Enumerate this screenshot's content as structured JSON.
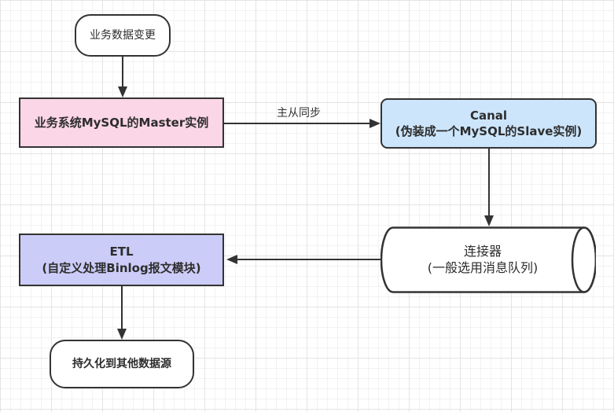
{
  "diagram": {
    "nodes": {
      "start": {
        "label": "业务数据变更"
      },
      "master": {
        "label": "业务系统MySQL的Master实例",
        "fill": "#fbd6e7"
      },
      "canal": {
        "title": "Canal",
        "subtitle": "(伪装成一个MySQL的Slave实例)",
        "fill": "#cce5fb"
      },
      "connector": {
        "title": "连接器",
        "subtitle": "(一般选用消息队列)",
        "fill": "#ffffff"
      },
      "etl": {
        "title": "ETL",
        "subtitle": "(自定义处理Binlog报文模块)",
        "fill": "#ccccf9"
      },
      "persist": {
        "label": "持久化到其他数据源"
      }
    },
    "edges": {
      "sync_label": "主从同步"
    },
    "colors": {
      "stroke": "#333333",
      "text": "#2d2d2d",
      "grid_minor": "#f2f2f2",
      "grid_major": "#e4e4e4"
    }
  }
}
